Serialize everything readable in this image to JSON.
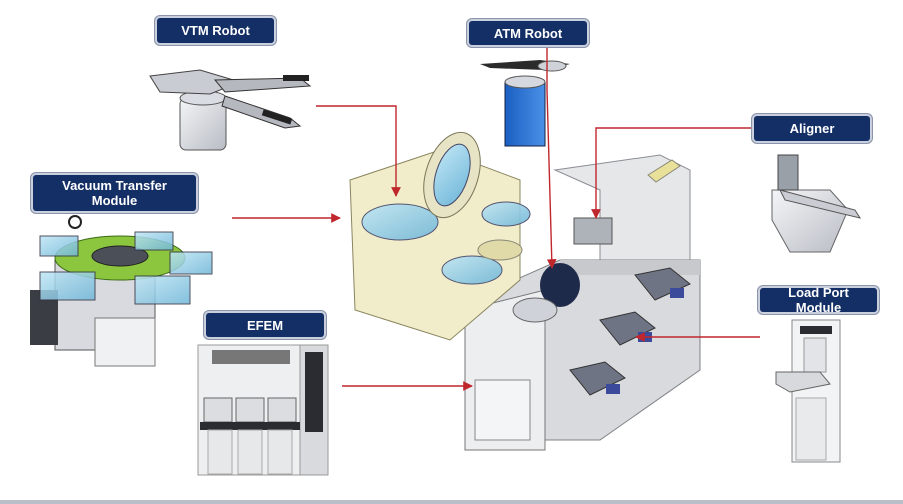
{
  "labels": {
    "vtm_robot": "VTM Robot",
    "atm_robot": "ATM Robot",
    "aligner": "Aligner",
    "vacuum_transfer_module": "Vacuum Transfer Module",
    "efem": "EFEM",
    "load_port_module": "Load Port Module"
  },
  "colors": {
    "label_bg": "#142f66",
    "label_text": "#ffffff",
    "arrow": "#c0272d"
  }
}
